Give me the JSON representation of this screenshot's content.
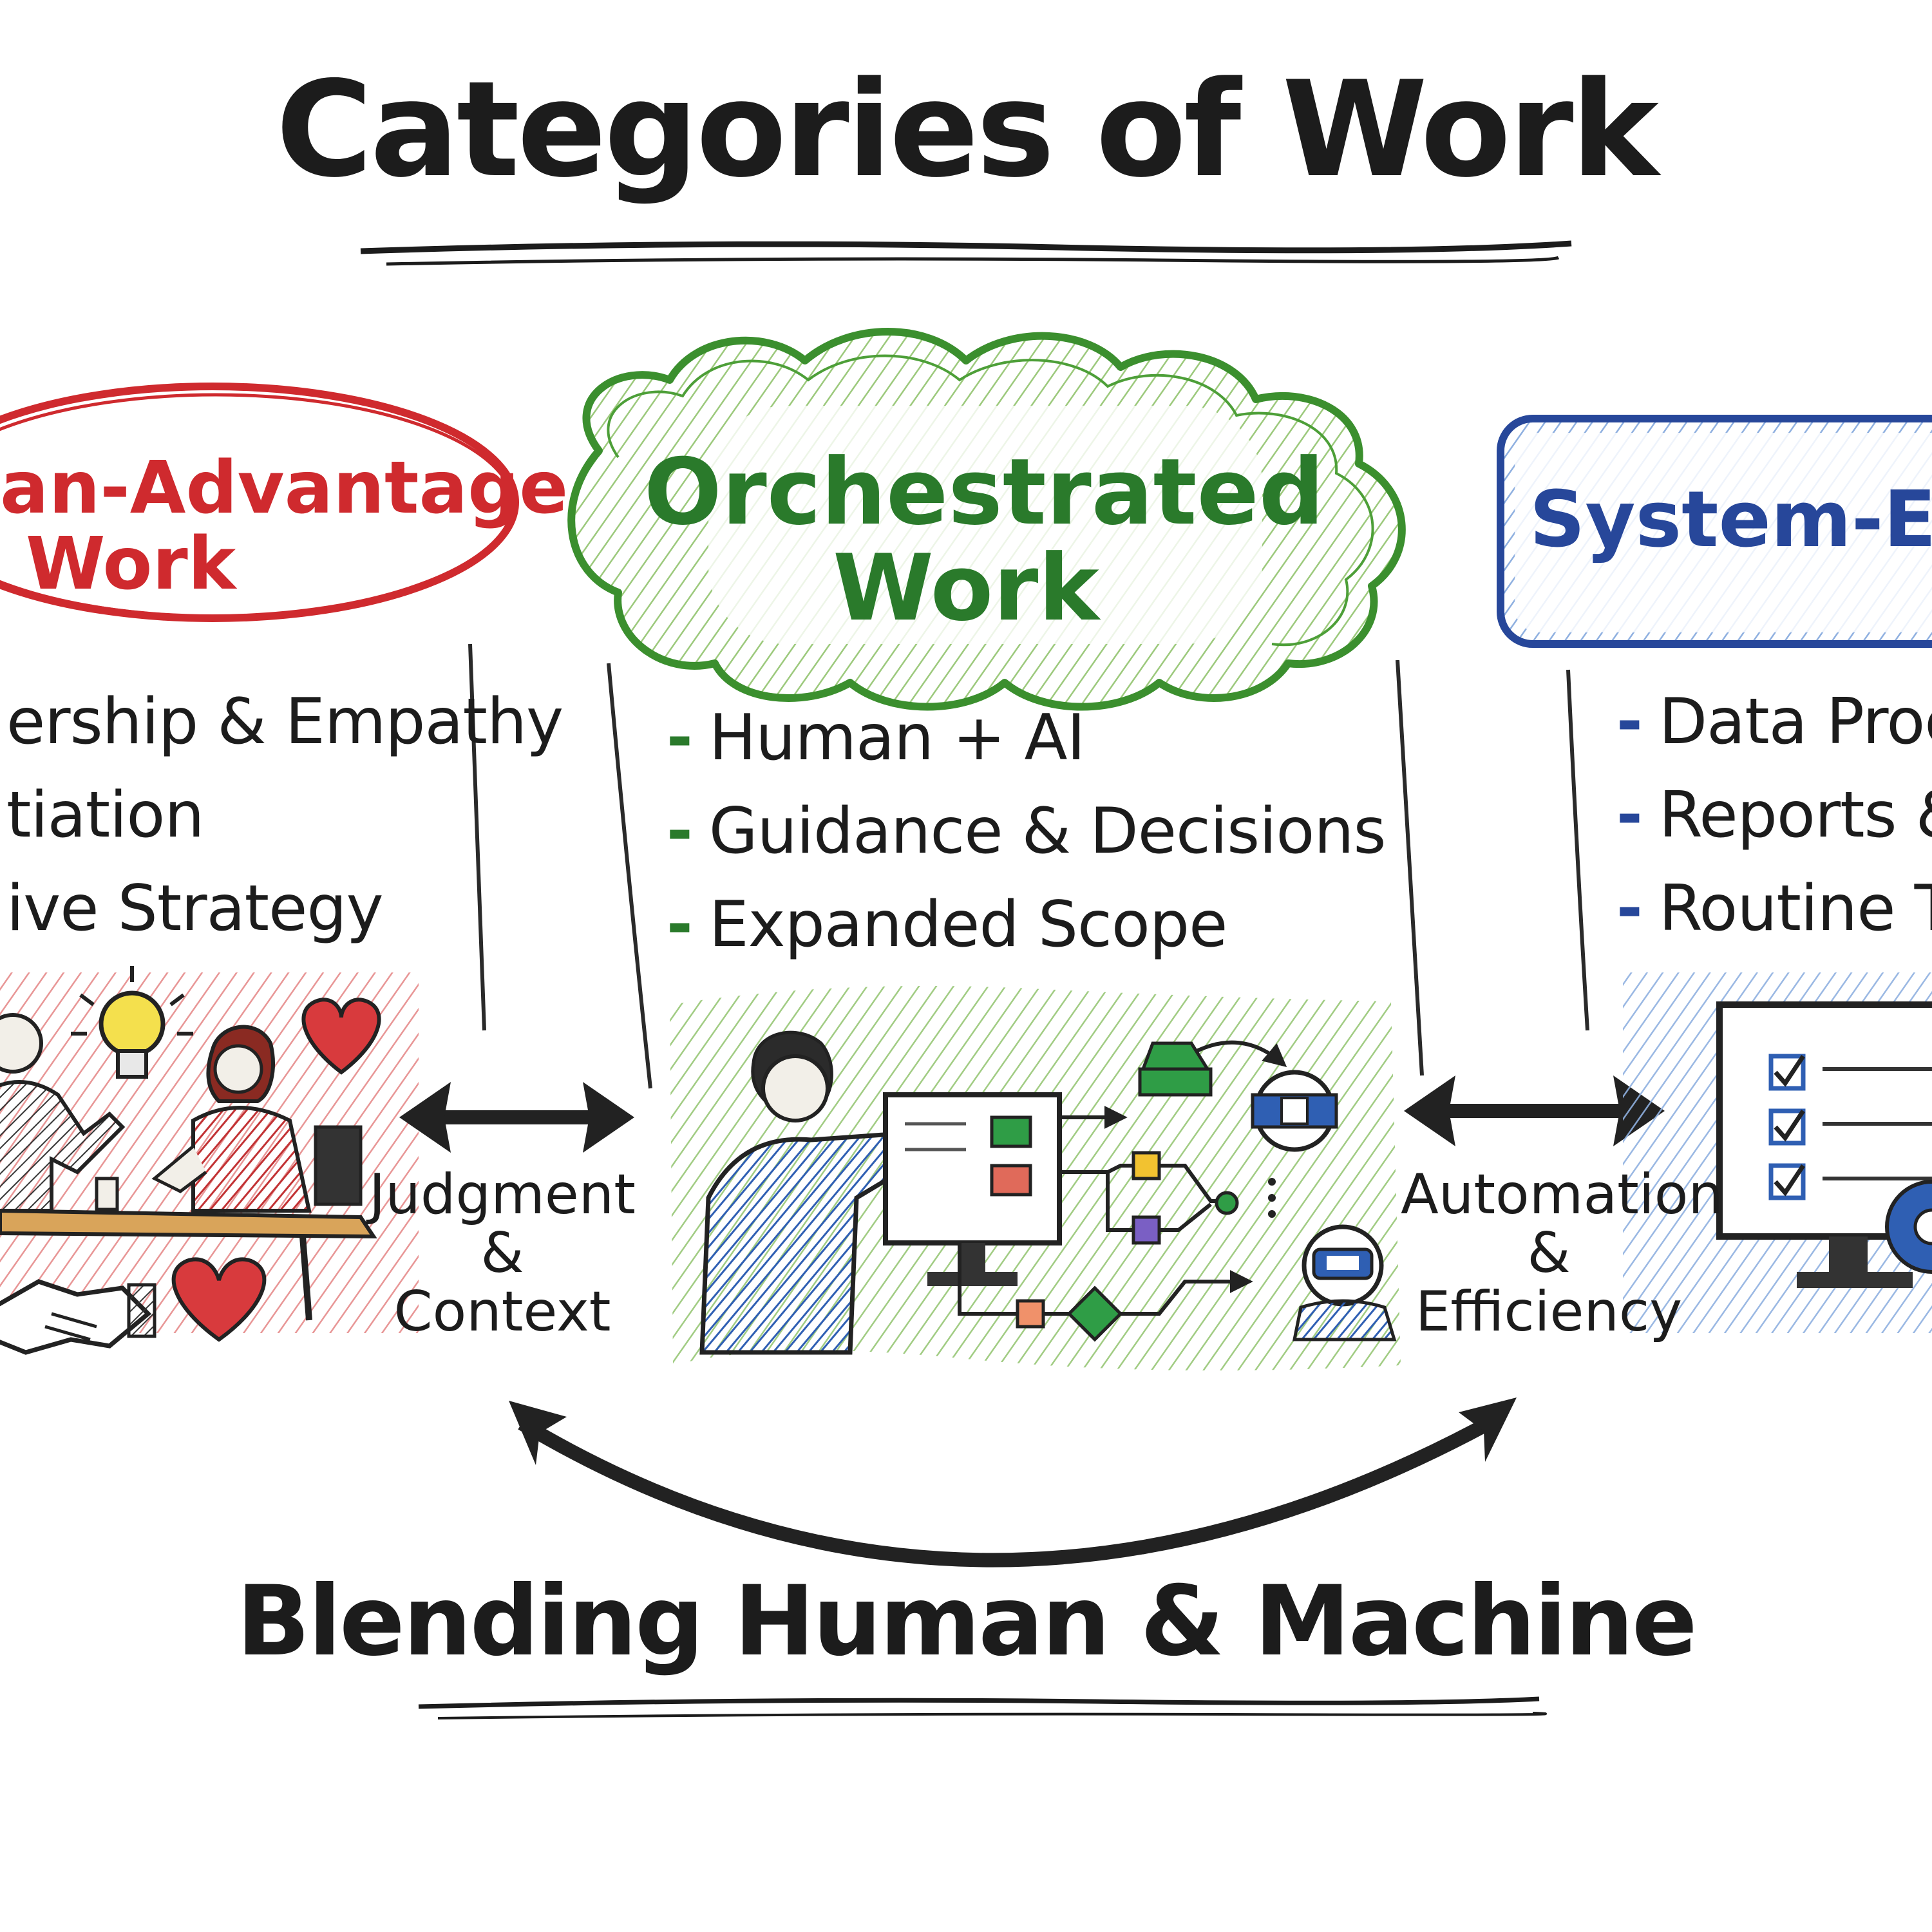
{
  "title": "Categories of Work",
  "footer": "Blending Human & Machine",
  "categories": [
    {
      "heading_line1": "an-Advantage",
      "heading_line2": "Work",
      "color": "#cf2a2e",
      "items": [
        "ership & Empathy",
        "tiation",
        "ive Strategy"
      ]
    },
    {
      "heading_line1": "Orchestrated",
      "heading_line2": "Work",
      "color": "#2a7a2b",
      "items": [
        "Human + AI",
        "Guidance & Decisions",
        "Expanded Scope"
      ]
    },
    {
      "heading_line1": "System-Execu",
      "heading_line2": "",
      "color": "#27479a",
      "items": [
        "Data Proce",
        "Reports & ",
        "Routine Ta"
      ]
    }
  ],
  "connectors": {
    "left": {
      "line1": "Judgment",
      "line2": "&",
      "line3": "Context"
    },
    "right": {
      "line1": "Automation",
      "line2": "&",
      "line3": "Efficiency"
    }
  },
  "bullet_marker": "-",
  "icons": [
    "lightbulb-icon",
    "heart-icon",
    "handshake-icon",
    "person-pointing-icon",
    "monitor-icon",
    "flowchart-icon",
    "robot-icon",
    "checklist-monitor-icon",
    "gear-icon"
  ]
}
